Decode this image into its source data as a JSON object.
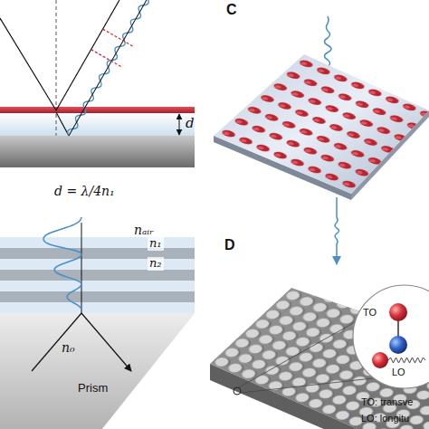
{
  "diagram": {
    "labels": [
      "C",
      "d",
      "d = λ/4n₁",
      "nₐᵢᵣ",
      "n₁",
      "n₂",
      "D",
      "TO",
      "LO",
      "n₀",
      "Prism",
      "TO: transve",
      "LO: longitu"
    ]
  }
}
